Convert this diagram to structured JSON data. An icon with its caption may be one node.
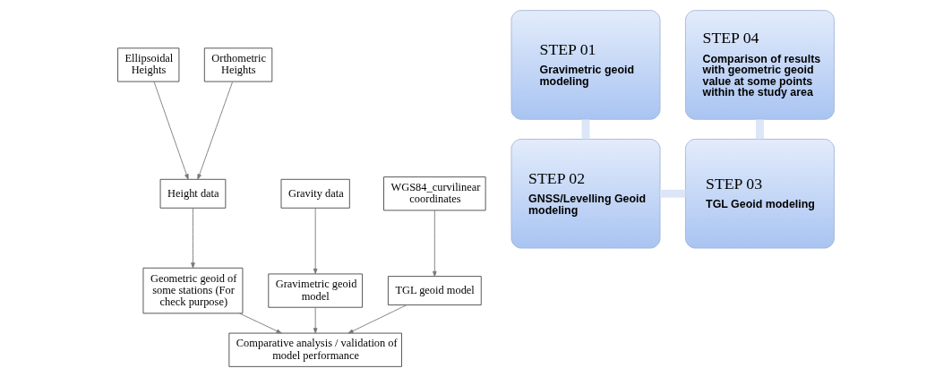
{
  "diagram": {
    "nodes": [
      {
        "text": [
          "Ellipsoidal Heights"
        ]
      },
      {
        "text": [
          "Orthometric Heights"
        ]
      },
      {
        "text": [
          "Gravity data"
        ]
      },
      {
        "text": [
          "Height data"
        ]
      },
      {
        "text": [
          "WGS84_curvilinear coordinates"
        ]
      },
      {
        "text": [
          "Gravimetric geoid model"
        ]
      },
      {
        "text": [
          "Geometric geoid of some stations (For check purpose)"
        ]
      },
      {
        "text": [
          "TGL geoid model"
        ]
      },
      {
        "text": [
          "Comparative analysis / validation of model performance"
        ]
      },
      {
        "text": [
          "STEP 01",
          "Gravimetric geoid modeling"
        ]
      },
      {
        "text": [
          "STEP 04",
          "Comparison of results with geometric geoid value at some points within the study area"
        ]
      },
      {
        "text": [
          "STEP 02",
          "GNSS/Levelling Geoid modeling"
        ]
      },
      {
        "text": [
          "STEP 03",
          "TGL Geoid modeling"
        ]
      }
    ],
    "edges": [
      {
        "from": 0,
        "to": 3,
        "arrow": "to"
      },
      {
        "from": 1,
        "to": 3,
        "arrow": "to"
      },
      {
        "from": 2,
        "to": 5,
        "arrow": "to"
      },
      {
        "from": 3,
        "to": 6,
        "arrow": "to"
      },
      {
        "from": 4,
        "to": 7,
        "arrow": "to"
      },
      {
        "from": 5,
        "to": 8,
        "arrow": "to"
      },
      {
        "from": 6,
        "to": 8,
        "arrow": "to"
      },
      {
        "from": 7,
        "to": 8,
        "arrow": "to"
      },
      {
        "from": 9,
        "to": 11,
        "arrow": "none",
        "style": "thick",
        "color": "#dce6f8"
      },
      {
        "from": 11,
        "to": 12,
        "arrow": "none",
        "style": "thick",
        "color": "#dce6f8"
      },
      {
        "from": 12,
        "to": 10,
        "arrow": "none",
        "style": "thick",
        "color": "#dce6f8"
      }
    ]
  }
}
